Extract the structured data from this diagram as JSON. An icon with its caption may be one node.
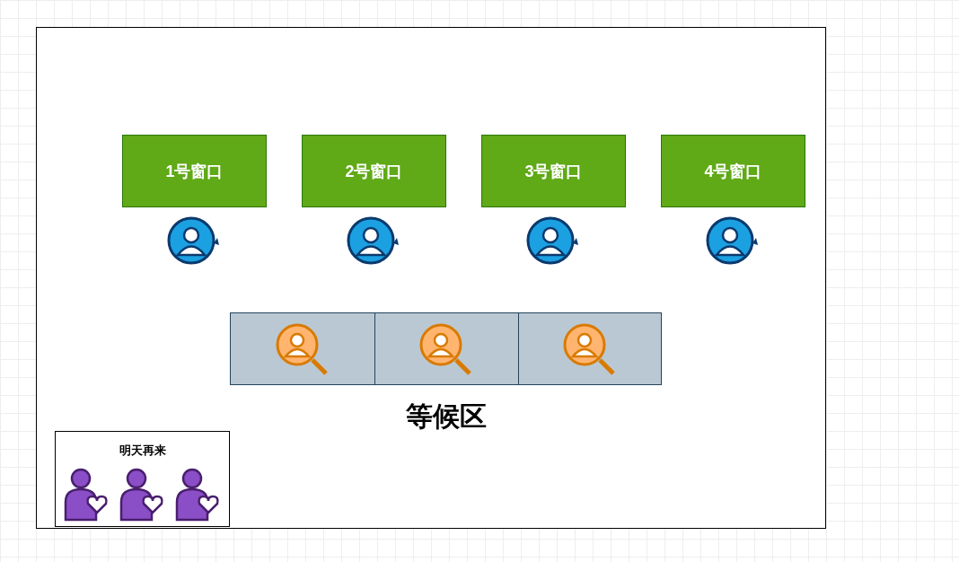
{
  "diagram": {
    "nodes": [
      {
        "text": [],
        "shape": "box"
      },
      {
        "text": [
          "1号窗口"
        ],
        "in": 0
      },
      {
        "text": [
          "2号窗口"
        ],
        "in": 0
      },
      {
        "text": [
          "3号窗口"
        ],
        "in": 0
      },
      {
        "text": [
          "4号窗口"
        ],
        "in": 0
      },
      {
        "text": [
          "等候区"
        ],
        "in": 0
      },
      {
        "text": [
          "明天再来"
        ],
        "in": 0
      }
    ],
    "edges": []
  }
}
